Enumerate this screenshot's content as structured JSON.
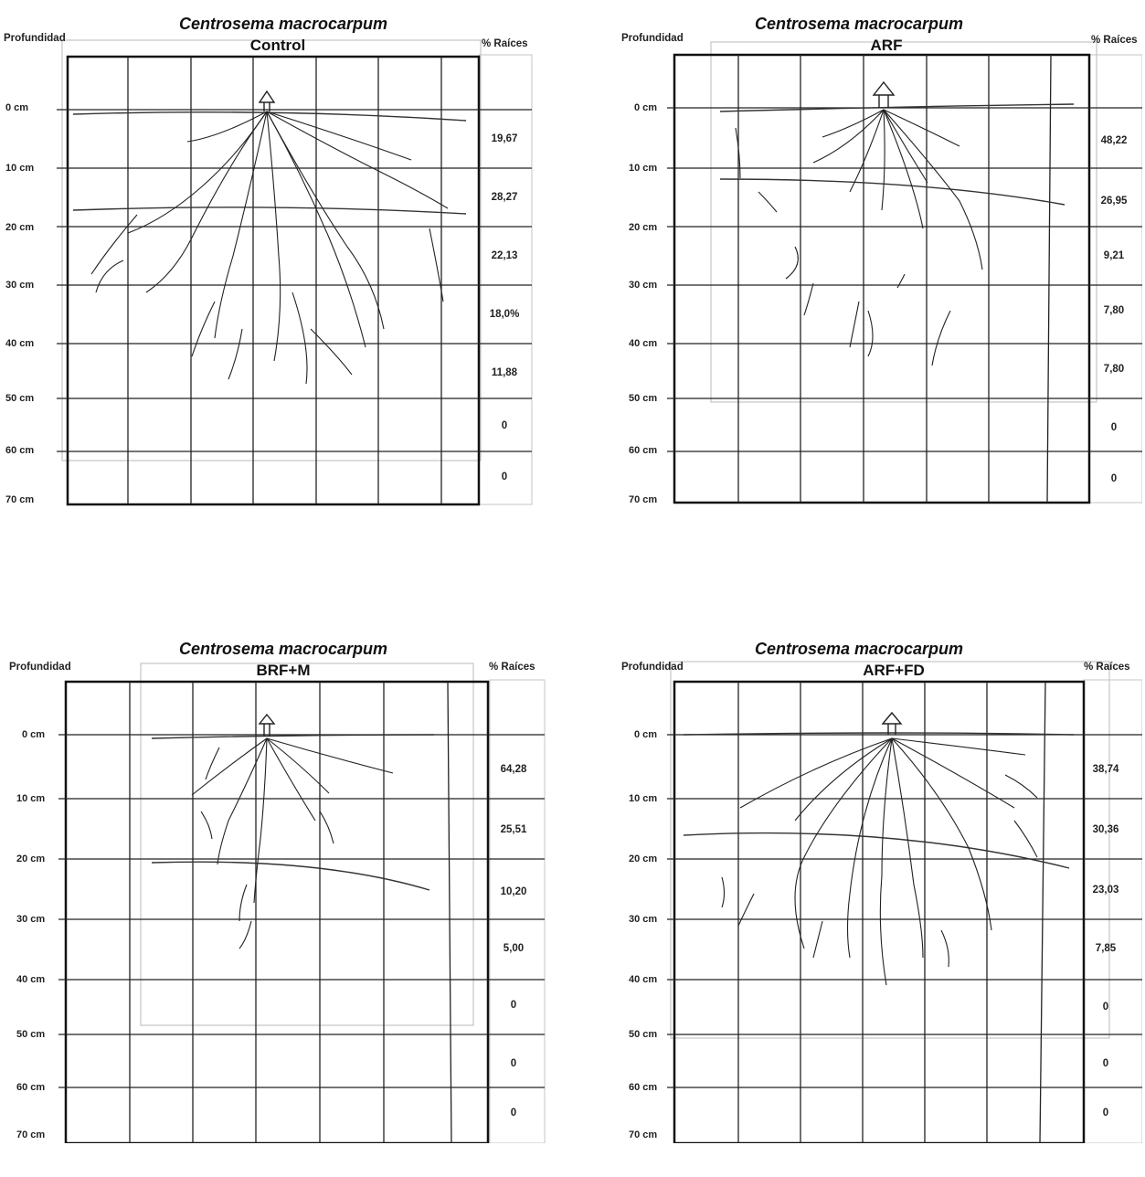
{
  "figure": {
    "header_left": "Profundidad",
    "header_right": "% Raíces",
    "species": "Centrosema macrocarpum",
    "depth_labels": [
      "0 cm",
      "10 cm",
      "20 cm",
      "30 cm",
      "40 cm",
      "50 cm",
      "60 cm",
      "70 cm"
    ],
    "panels": [
      {
        "treatment": "Control",
        "percent_roots": [
          "19,67",
          "28,27",
          "22,13",
          "18,0%",
          "11,88",
          "0",
          "0"
        ]
      },
      {
        "treatment": "ARF",
        "percent_roots": [
          "48,22",
          "26,95",
          "9,21",
          "7,80",
          "7,80",
          "0",
          "0"
        ]
      },
      {
        "treatment": "BRF+M",
        "percent_roots": [
          "64,28",
          "25,51",
          "10,20",
          "5,00",
          "0",
          "0",
          "0"
        ]
      },
      {
        "treatment": "ARF+FD",
        "percent_roots": [
          "38,74",
          "30,36",
          "23,03",
          "7,85",
          "0",
          "0",
          "0"
        ]
      }
    ]
  },
  "colors": {
    "line": "#111111",
    "grid": "#333333",
    "faint": "#b8b8b8"
  }
}
